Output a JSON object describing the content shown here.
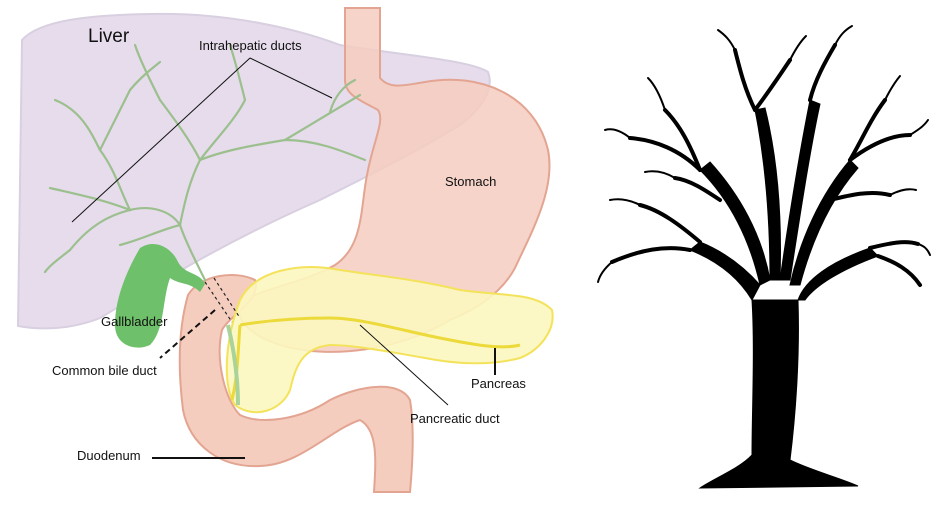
{
  "labels": {
    "liver": "Liver",
    "intrahepatic_ducts": "Intrahepatic ducts",
    "stomach": "Stomach",
    "gallbladder": "Gallbladder",
    "common_bile_duct": "Common bile duct",
    "pancreas": "Pancreas",
    "pancreatic_duct": "Pancreatic duct",
    "duodenum": "Duodenum"
  },
  "colors": {
    "liver": "#e6dcec",
    "liver_edge": "#d8cfe0",
    "stomach_fill": "#f4cdbf",
    "stomach_edge": "#e3a592",
    "bile_tree": "#9cbf8e",
    "gallbladder": "#6fc06b",
    "pancreas": "#fcf7c0",
    "pancreas_edge": "#f3e25a",
    "pancreatic_duct": "#ecd93a",
    "tree": "#000000"
  }
}
